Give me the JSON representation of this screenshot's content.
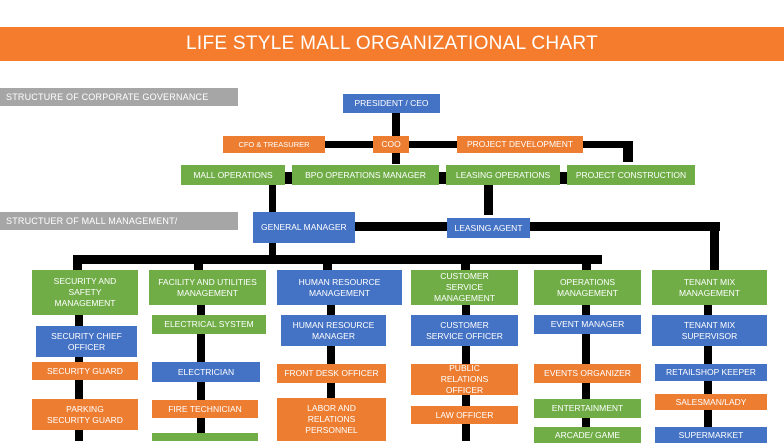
{
  "title": "LIFE STYLE MALL ORGANIZATIONAL CHART",
  "sections": {
    "governance": "STRUCTURE OF CORPORATE  GOVERNANCE",
    "management": "STRUCTUER OF MALL MANAGEMENT/ DEPLOYMENT"
  },
  "governance": {
    "president": "PRESIDENT / CEO",
    "cfo": "CFO & TREASURER",
    "coo": "COO",
    "project_development": "PROJECT DEVELOPMENT",
    "mall_operations": "MALL OPERATIONS",
    "bpo_operations": "BPO OPERATIONS MANAGER",
    "leasing_operations": "LEASING OPERATIONS",
    "project_construction": "PROJECT CONSTRUCTION"
  },
  "management": {
    "general_manager": "GENERAL MANAGER",
    "leasing_agent": "LEASING AGENT"
  },
  "departments": [
    {
      "head": "SECURITY AND SAFETY MANAGEMENT",
      "roles": [
        "SECURITY CHIEF OFFICER",
        "SECURITY GUARD",
        "PARKING SECURITY GUARD"
      ]
    },
    {
      "head": "FACILITY AND  UTILITIES MANAGEMENT",
      "roles": [
        "ELECTRICAL SYSTEM",
        "ELECTRICIAN",
        "FIRE TECHNICIAN"
      ]
    },
    {
      "head": "HUMAN RESOURCE MANAGEMENT",
      "roles": [
        "HUMAN RESOURCE MANAGER",
        "FRONT DESK OFFICER",
        "LABOR AND RELATIONS PERSONNEL"
      ]
    },
    {
      "head": "CUSTOMER SERVICE MANAGEMENT",
      "roles": [
        "CUSTOMER SERVICE OFFICER",
        "PUBLIC RELATIONS OFFICER",
        "LAW OFFICER"
      ]
    },
    {
      "head": "OPERATIONS MANAGEMENT",
      "roles": [
        "EVENT MANAGER",
        "EVENTS ORGANIZER",
        "ENTERTAINMENT",
        "ARCADE/ GAME"
      ]
    },
    {
      "head": "TENANT MIX MANAGEMENT",
      "roles": [
        "TENANT MIX SUPERVISOR",
        "RETAILSHOP KEEPER",
        "SALESMAN/LADY",
        "SUPERMARKET"
      ]
    }
  ],
  "colors": {
    "banner": "#f47c2c",
    "blue": "#4472c4",
    "orange": "#ed7d31",
    "green": "#70ad47",
    "tag": "#a6a6a6"
  }
}
